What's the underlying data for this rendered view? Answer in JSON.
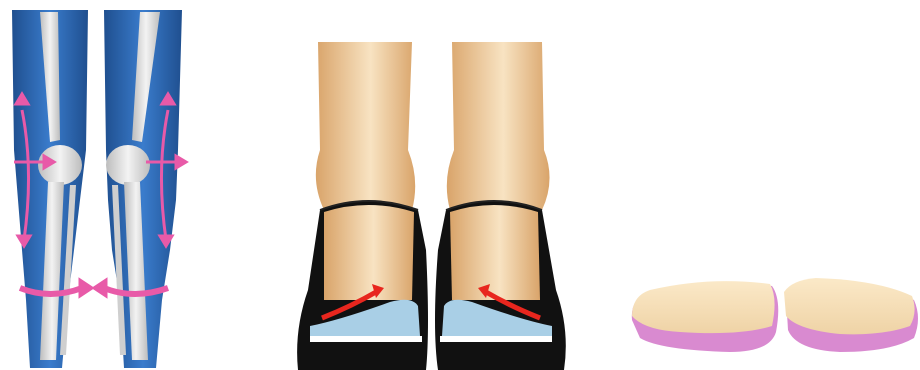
{
  "colors": {
    "leg_blue": "#2f6db5",
    "leg_blue_dark": "#1f4f8f",
    "bone": "#e6e6e6",
    "bone_shadow": "#b9b9b9",
    "arrow_pink": "#e85aa8",
    "skin_light": "#f6d7ad",
    "skin_dark": "#d9a46a",
    "shoe_black": "#111111",
    "insole_blue": "#a9cfe6",
    "arrow_red": "#e8261e",
    "insole_cream": "#f6dfb8",
    "insole_pink": "#d98ad0"
  },
  "icons": {
    "legs": "leg-bones-illustration",
    "feet": "feet-in-shoes-illustration",
    "insoles": "insole-pair-illustration"
  }
}
